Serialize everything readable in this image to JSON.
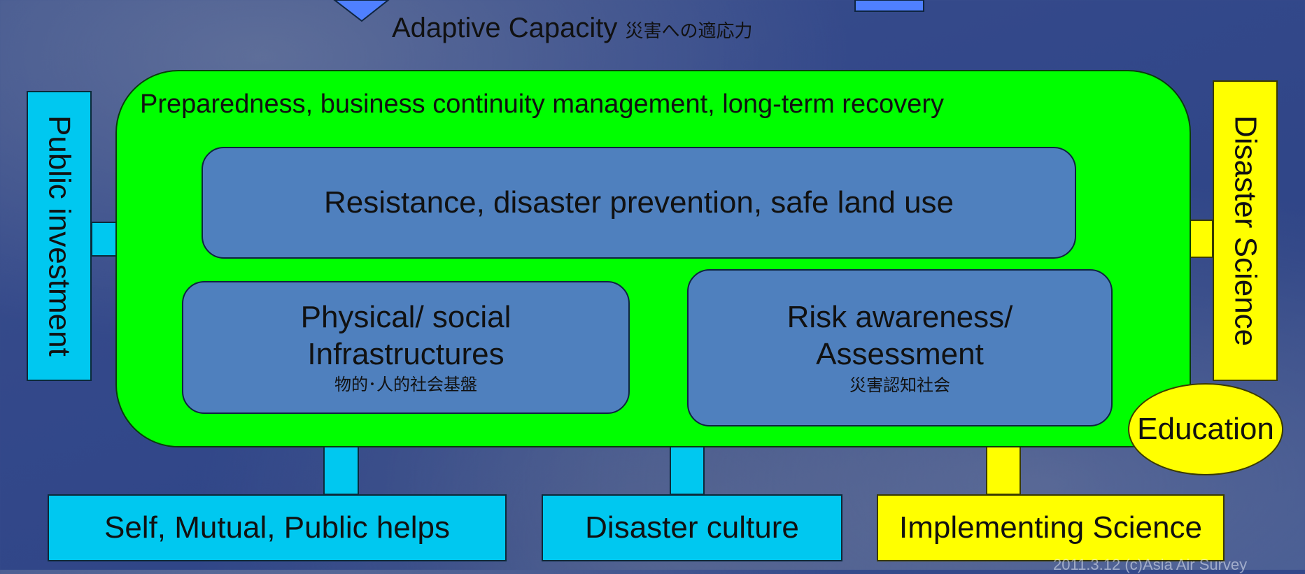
{
  "title": {
    "main": "Adaptive  Capacity",
    "jp": "災害への適応力"
  },
  "green_panel": {
    "label": "Preparedness, business continuity management, long-term recovery"
  },
  "resistance": {
    "label": "Resistance, disaster prevention, safe land use"
  },
  "infrastructure": {
    "line1": "Physical/ social",
    "line2": "Infrastructures",
    "jp": "物的･人的社会基盤"
  },
  "risk": {
    "line1": "Risk awareness/",
    "line2": "Assessment",
    "jp": "災害認知社会"
  },
  "side_left": {
    "label": "Public investment"
  },
  "side_right": {
    "label": "Disaster Science"
  },
  "education": {
    "label": "Education"
  },
  "bottom": {
    "self_mutual": "Self, Mutual, Public helps",
    "disaster_culture": "Disaster culture",
    "implementing_science": "Implementing Science"
  },
  "watermark": "2011.3.12 (c)Asia Air Survey",
  "colors": {
    "green_panel": "#00ff00",
    "blue_box": "#4f80be",
    "cyan": "#00c8f0",
    "yellow": "#ffff00",
    "background": "#33488a"
  }
}
